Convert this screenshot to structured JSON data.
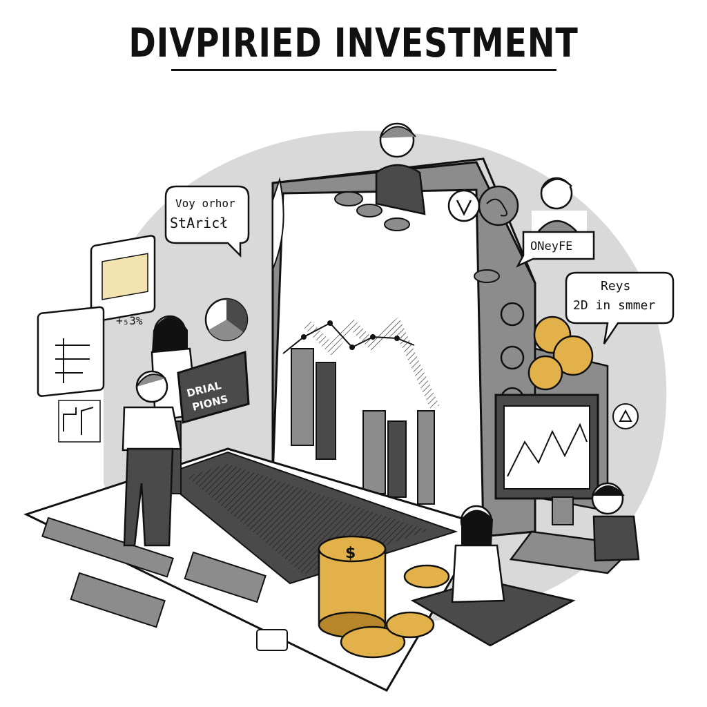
{
  "title": "DIVPIRIED INVESTMENT",
  "bubbles": {
    "left_line1": "Voy orhor",
    "left_line2": "StAricł",
    "top_right": "ONeyFE",
    "right_line1": "Reys",
    "right_line2": "2D in smmer"
  },
  "laptop_screen_sign_line1": "DRIAL",
  "laptop_screen_sign_line2": "PIONS",
  "panel_badge": "+₅3%",
  "coin_symbol": "$",
  "colors": {
    "ink": "#111111",
    "backdrop": "#d9d9d9",
    "device_gray": "#8c8c8c",
    "dark_gray": "#4a4a4a",
    "gold": "#e2b14a",
    "gold_shadow": "#b8862a",
    "paper_yellow": "#f3e3b0"
  }
}
